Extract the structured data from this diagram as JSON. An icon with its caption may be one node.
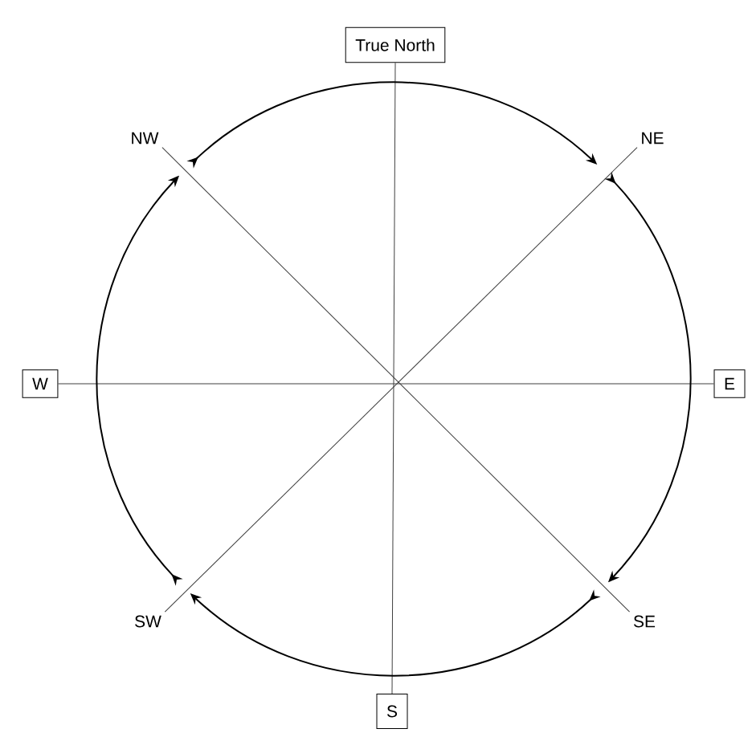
{
  "diagram": {
    "nodes": [
      {
        "text": [
          "True North"
        ]
      },
      {
        "text": [
          "NW"
        ]
      },
      {
        "text": [
          "NE"
        ]
      },
      {
        "text": [
          "W"
        ]
      },
      {
        "text": [
          "E"
        ]
      },
      {
        "text": [
          "SW"
        ]
      },
      {
        "text": [
          "SE"
        ]
      },
      {
        "text": [
          "S"
        ]
      }
    ],
    "edges": [
      {
        "from": 0,
        "to": 7,
        "arrow": "none"
      },
      {
        "from": 3,
        "to": 4,
        "arrow": "none"
      },
      {
        "from": 2,
        "to": 5,
        "arrow": "none"
      },
      {
        "from": 1,
        "to": 6,
        "arrow": "none"
      },
      {
        "from": 1,
        "to": 2,
        "arrow": "to"
      },
      {
        "from": 2,
        "to": 6,
        "arrow": "to"
      },
      {
        "from": 6,
        "to": 5,
        "arrow": "to"
      },
      {
        "from": 5,
        "to": 1,
        "arrow": "to"
      }
    ]
  }
}
